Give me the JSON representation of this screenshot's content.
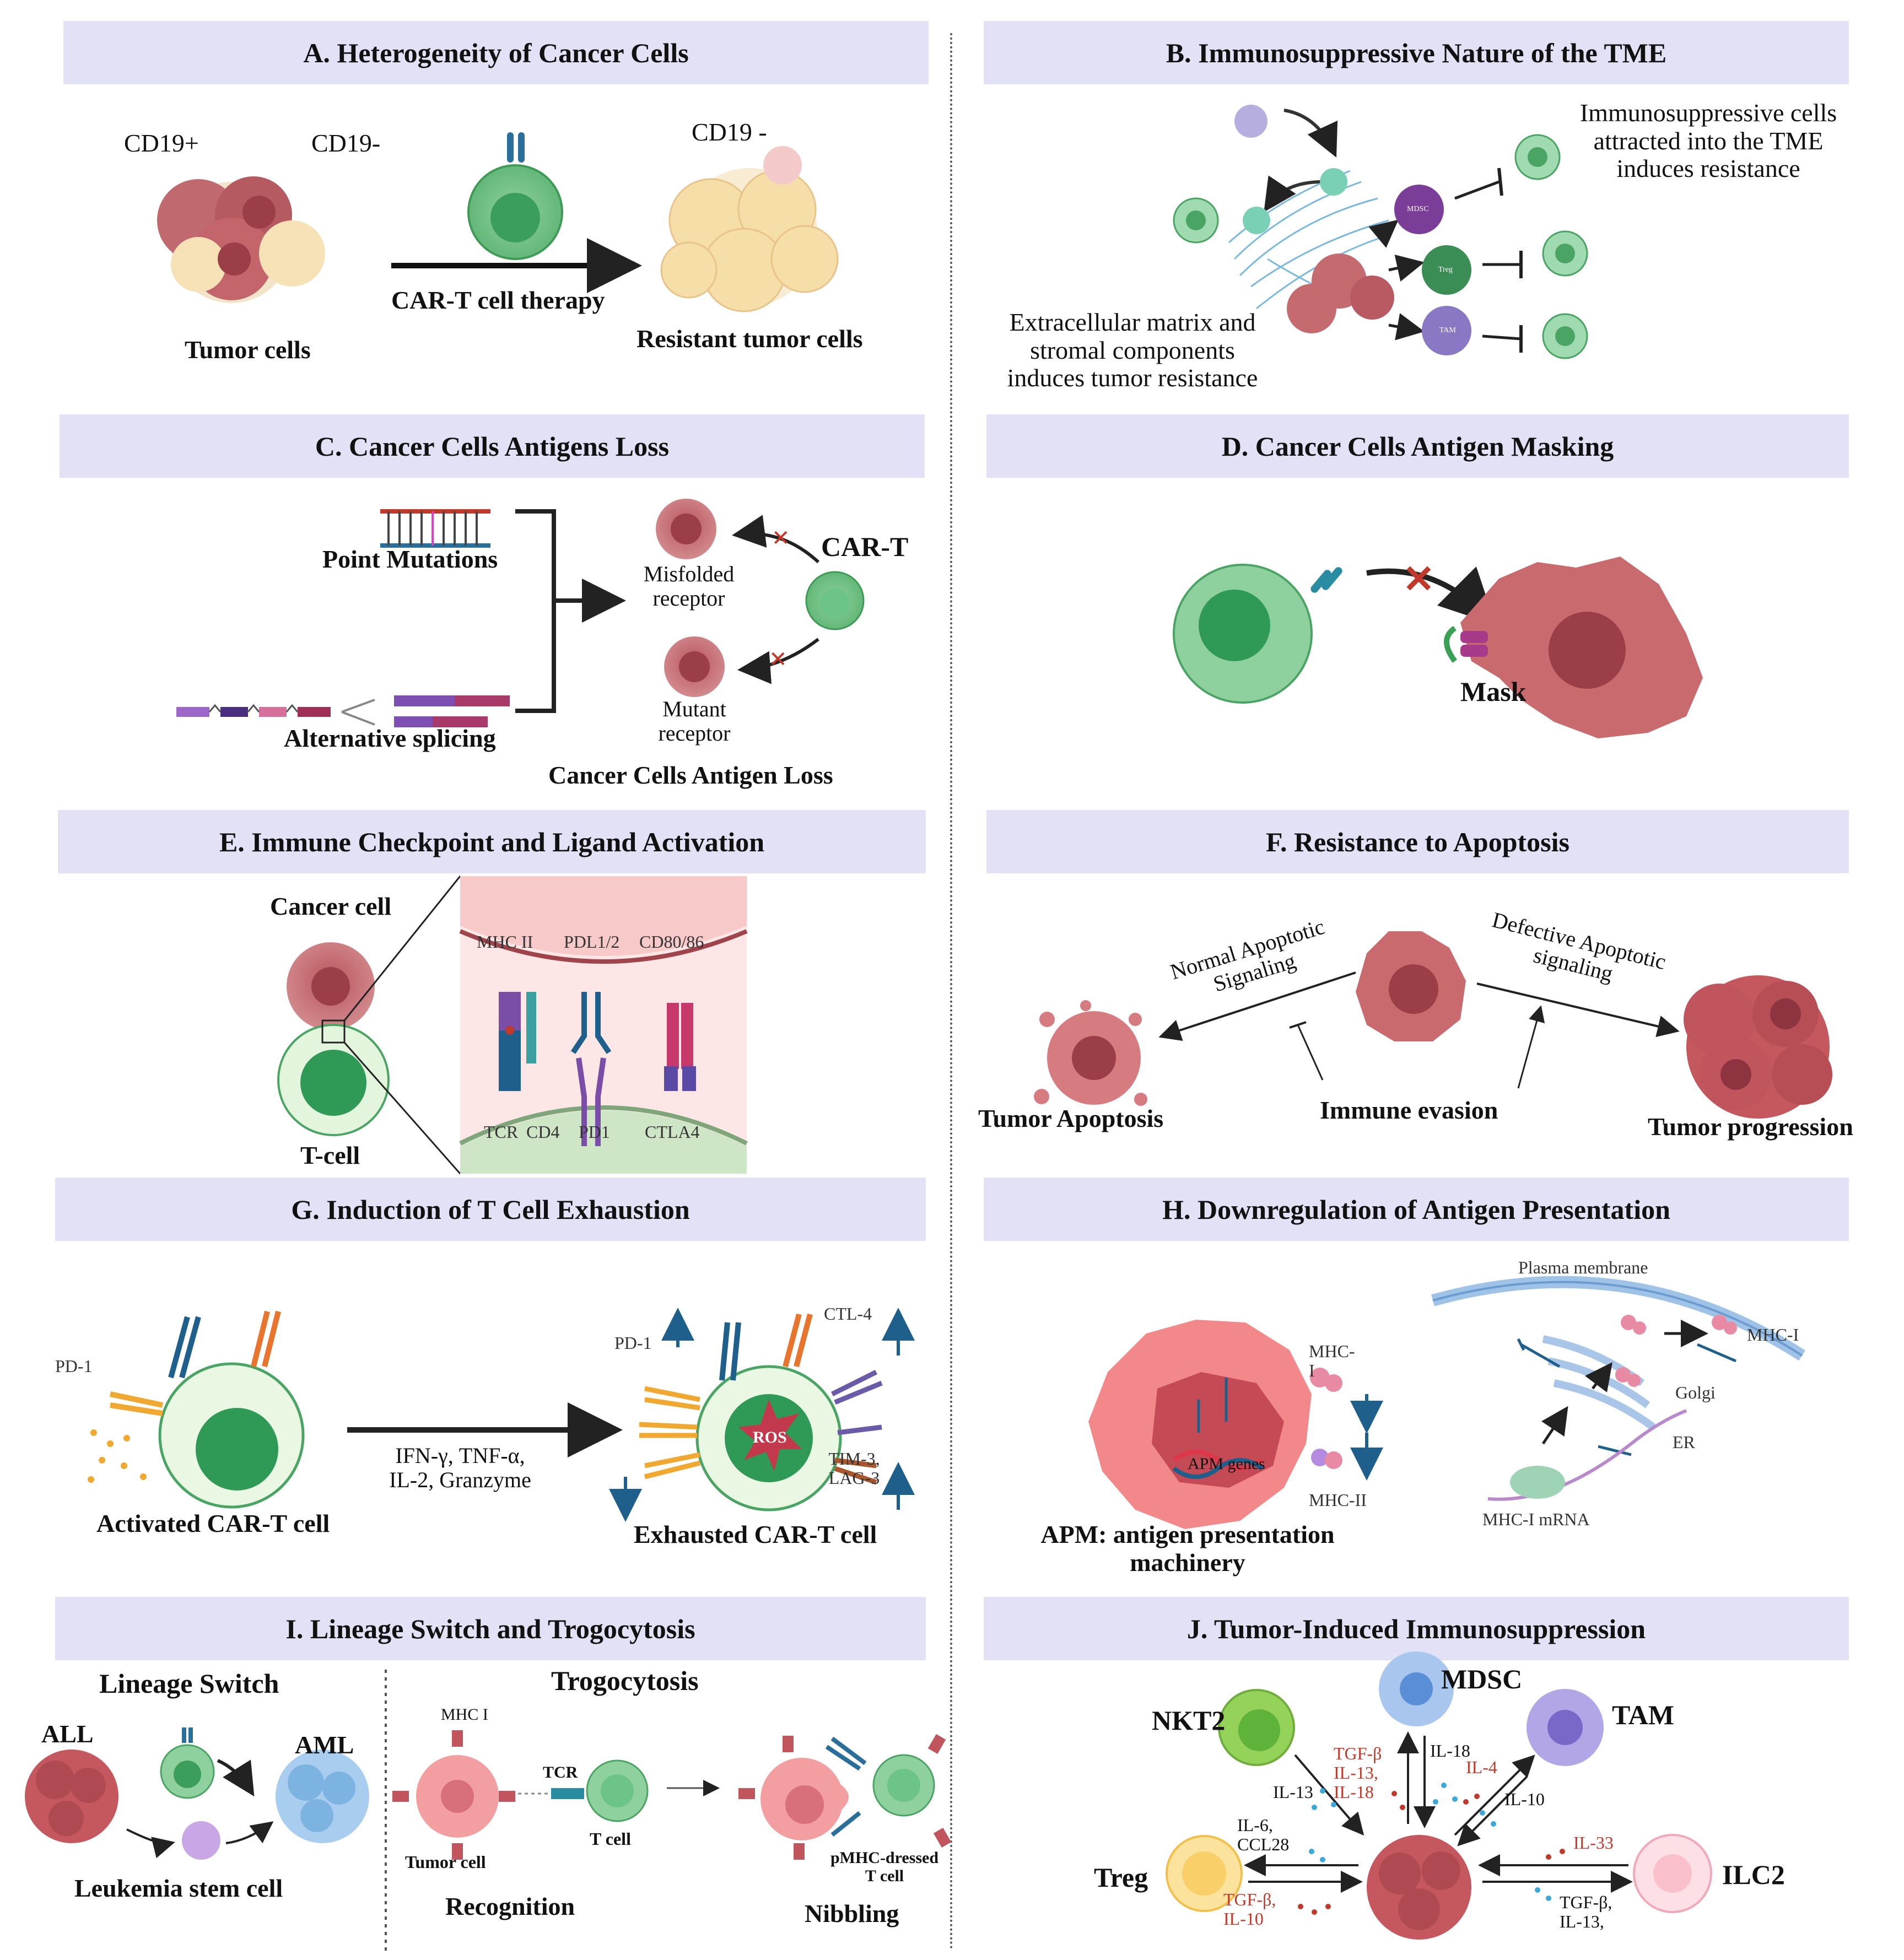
{
  "colors": {
    "header_bg": "#e3e1f6",
    "tumor": "#c96a6f",
    "tcell": "#6abf7e",
    "accent_red": "#c0392b",
    "arrow_blue": "#1f5f8b"
  },
  "A": {
    "title": "A. Heterogeneity of Cancer Cells",
    "cd19pos": "CD19+",
    "cd19neg": "CD19-",
    "cd19neg2": "CD19 -",
    "therapy": "CAR-T cell therapy",
    "tumor": "Tumor cells",
    "resistant": "Resistant tumor cells"
  },
  "B": {
    "title": "B. Immunosuppressive Nature of the TME",
    "cells_note": [
      "Immunosuppressive cells",
      "attracted into the TME",
      "induces resistance"
    ],
    "ecm_note": [
      "Extracellular matrix and",
      "stromal components",
      "induces tumor resistance"
    ],
    "mdsc": "MDSC",
    "treg": "Treg",
    "tam": "TAM"
  },
  "C": {
    "title": "C.  Cancer Cells Antigens Loss",
    "point": "Point Mutations",
    "splicing": "Alternative splicing",
    "misfolded": [
      "Misfolded",
      "receptor"
    ],
    "mutant": [
      "Mutant",
      "receptor"
    ],
    "cart": "CAR-T",
    "caption": "Cancer Cells Antigen Loss"
  },
  "D": {
    "title": "D. Cancer Cells Antigen Masking",
    "mask": "Mask"
  },
  "E": {
    "title": "E. Immune Checkpoint and Ligand Activation",
    "cancer": "Cancer cell",
    "tcell": "T-cell",
    "mhc": "MHC II",
    "pdl": "PDL1/2",
    "cd80": "CD80/86",
    "tcr": "TCR",
    "cd4": "CD4",
    "pd1": "PD1",
    "ctla4": "CTLA4"
  },
  "F": {
    "title": "F. Resistance to Apoptosis",
    "normal": [
      "Normal Apoptotic",
      "Signaling"
    ],
    "defective": [
      "Defective Apoptotic",
      "signaling"
    ],
    "apoptosis": "Tumor Apoptosis",
    "evasion": "Immune evasion",
    "progression": "Tumor progression"
  },
  "G": {
    "title": "G. Induction of T Cell Exhaustion",
    "pd1": "PD-1",
    "pd1b": "PD-1",
    "ctl4": "CTL-4",
    "tim": [
      "TIM-3,",
      "LAG-3"
    ],
    "ros": "ROS",
    "cytokines": [
      "IFN-γ, TNF-α,",
      "IL-2, Granzyme"
    ],
    "activated": "Activated CAR-T cell",
    "exhausted": "Exhausted CAR-T cell"
  },
  "H": {
    "title": "H. Downregulation of Antigen Presentation",
    "plasma": "Plasma membrane",
    "mhc1": [
      "MHC-",
      "I"
    ],
    "mhc2": "MHC-II",
    "mhc1b": "MHC-I",
    "golgi": "Golgi",
    "er": "ER",
    "apm_genes": "APM genes",
    "mrna": "MHC-I mRNA",
    "apm": [
      "APM: antigen presentation",
      "machinery"
    ]
  },
  "I": {
    "title": "I. Lineage Switch and Trogocytosis",
    "lineage": "Lineage Switch",
    "trogo": "Trogocytosis",
    "all": "ALL",
    "aml": "AML",
    "lsc": "Leukemia stem cell",
    "mhc": "MHC I",
    "tcr": "TCR",
    "tumor": "Tumor cell",
    "tcell": "T cell",
    "recognition": "Recognition",
    "pmhc": [
      "pMHC-dressed",
      "T cell"
    ],
    "nibbling": "Nibbling"
  },
  "J": {
    "title": "J. Tumor-Induced Immunosuppression",
    "nkt2": "NKT2",
    "mdsc": "MDSC",
    "tam": "TAM",
    "treg": "Treg",
    "ilc2": "ILC2",
    "il13": "IL-13",
    "tgf1": [
      "TGF-β",
      "IL-13,",
      "IL-18"
    ],
    "il18": "IL-18",
    "il4": "IL-4",
    "il10": "IL-10",
    "il6": [
      "IL-6,",
      "CCL28"
    ],
    "tgf2": [
      "TGF-β,",
      "IL-10"
    ],
    "il33": "IL-33",
    "tgf3": [
      "TGF-β,",
      "IL-13,"
    ]
  }
}
